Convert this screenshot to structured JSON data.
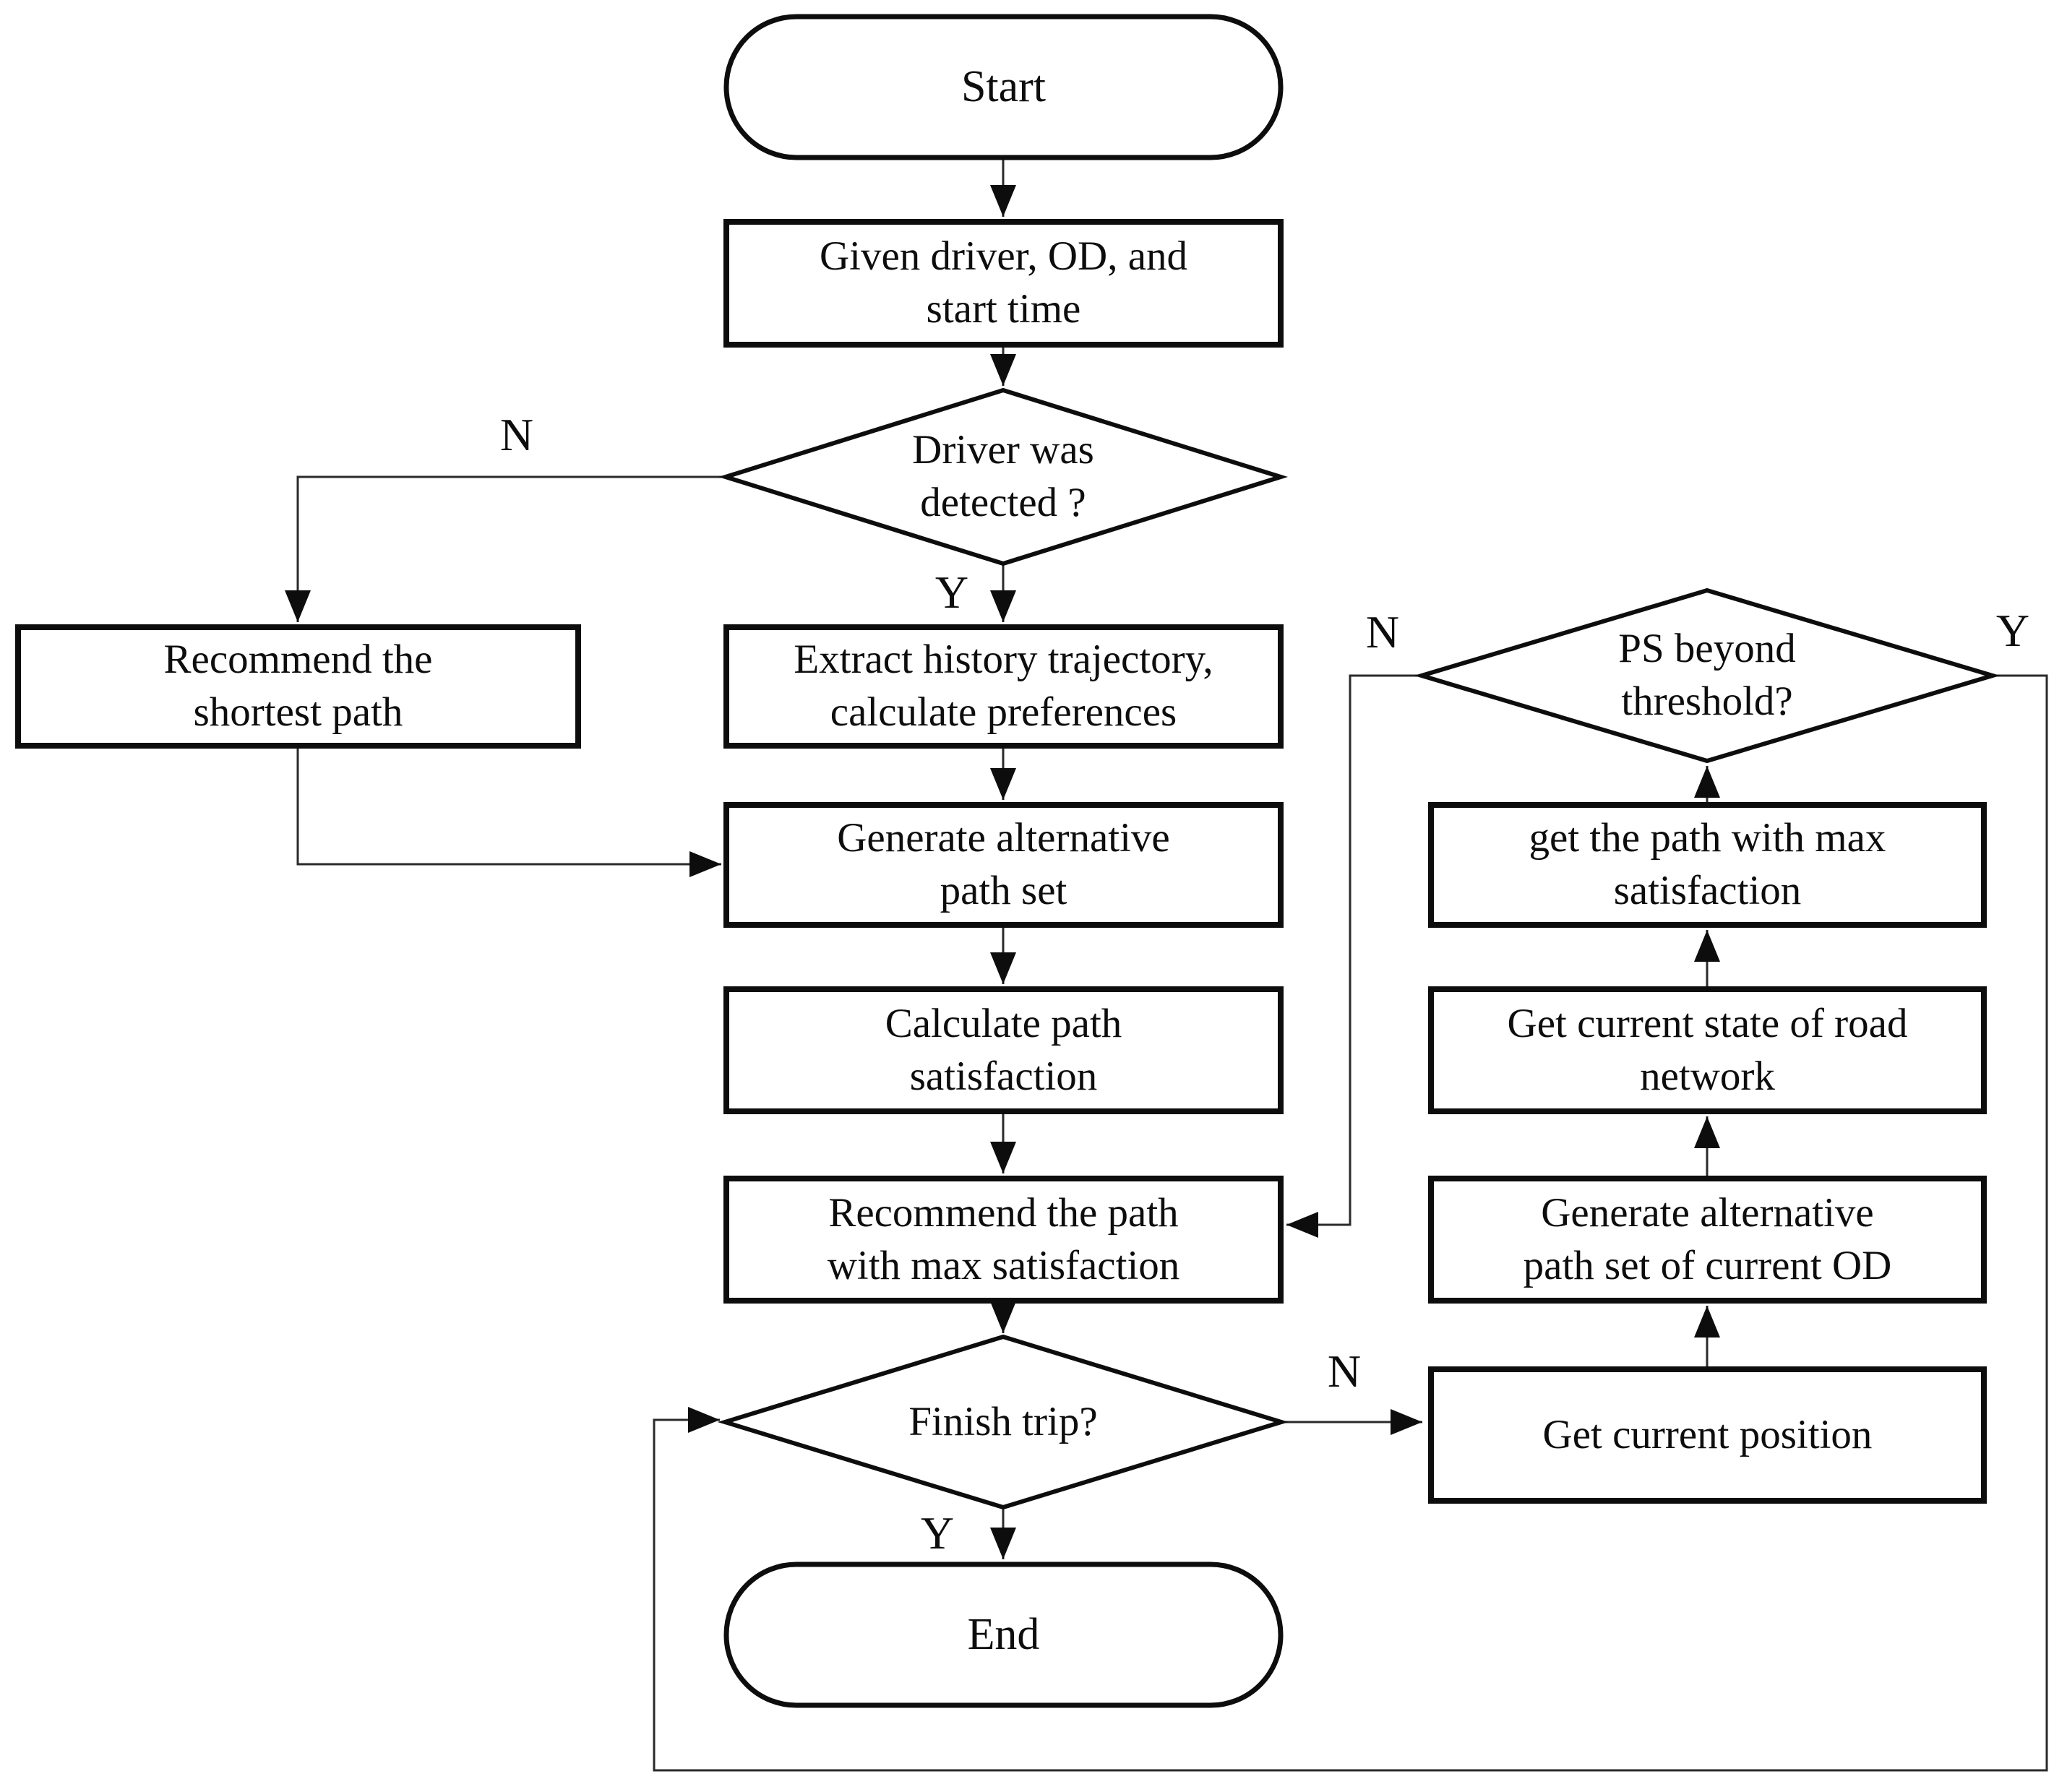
{
  "diagram": {
    "type": "flowchart",
    "background_color": "#ffffff",
    "line_color": "#000000",
    "nodes": {
      "start": {
        "shape": "terminator",
        "label": "Start"
      },
      "given_driver": {
        "shape": "process",
        "label": "Given driver, OD, and\nstart time"
      },
      "driver_detected": {
        "shape": "decision",
        "label": "Driver was\ndetected ?"
      },
      "recommend_shortest": {
        "shape": "process",
        "label": "Recommend the\nshortest path"
      },
      "extract_history": {
        "shape": "process",
        "label": "Extract history trajectory,\ncalculate preferences"
      },
      "generate_paths": {
        "shape": "process",
        "label": "Generate alternative\npath set"
      },
      "calc_satisfaction": {
        "shape": "process",
        "label": "Calculate path\nsatisfaction"
      },
      "recommend_max": {
        "shape": "process",
        "label": "Recommend the path\nwith max satisfaction"
      },
      "finish_trip": {
        "shape": "decision",
        "label": "Finish trip?"
      },
      "end": {
        "shape": "terminator",
        "label": "End"
      },
      "ps_threshold": {
        "shape": "decision",
        "label": "PS beyond\nthreshold?"
      },
      "get_max_path": {
        "shape": "process",
        "label": "get the path with max\nsatisfaction"
      },
      "get_road_state": {
        "shape": "process",
        "label": "Get current state of road\nnetwork"
      },
      "generate_current_od": {
        "shape": "process",
        "label": "Generate alternative\npath set of current OD"
      },
      "get_position": {
        "shape": "process",
        "label": "Get current position"
      }
    },
    "branch_labels": {
      "driver_detected_no": "N",
      "driver_detected_yes": "Y",
      "finish_trip_no": "N",
      "finish_trip_yes": "Y",
      "ps_threshold_no": "N",
      "ps_threshold_yes": "Y"
    },
    "edges": [
      {
        "from": "start",
        "to": "given_driver"
      },
      {
        "from": "given_driver",
        "to": "driver_detected"
      },
      {
        "from": "driver_detected",
        "to": "recommend_shortest",
        "label": "N"
      },
      {
        "from": "driver_detected",
        "to": "extract_history",
        "label": "Y"
      },
      {
        "from": "recommend_shortest",
        "to": "generate_paths"
      },
      {
        "from": "extract_history",
        "to": "generate_paths"
      },
      {
        "from": "generate_paths",
        "to": "calc_satisfaction"
      },
      {
        "from": "calc_satisfaction",
        "to": "recommend_max"
      },
      {
        "from": "recommend_max",
        "to": "finish_trip"
      },
      {
        "from": "finish_trip",
        "to": "end",
        "label": "Y"
      },
      {
        "from": "finish_trip",
        "to": "get_position",
        "label": "N"
      },
      {
        "from": "get_position",
        "to": "generate_current_od"
      },
      {
        "from": "generate_current_od",
        "to": "get_road_state"
      },
      {
        "from": "get_road_state",
        "to": "get_max_path"
      },
      {
        "from": "get_max_path",
        "to": "ps_threshold"
      },
      {
        "from": "ps_threshold",
        "to": "recommend_max",
        "label": "N"
      },
      {
        "from": "ps_threshold",
        "to": "finish_trip",
        "label": "Y"
      }
    ]
  }
}
